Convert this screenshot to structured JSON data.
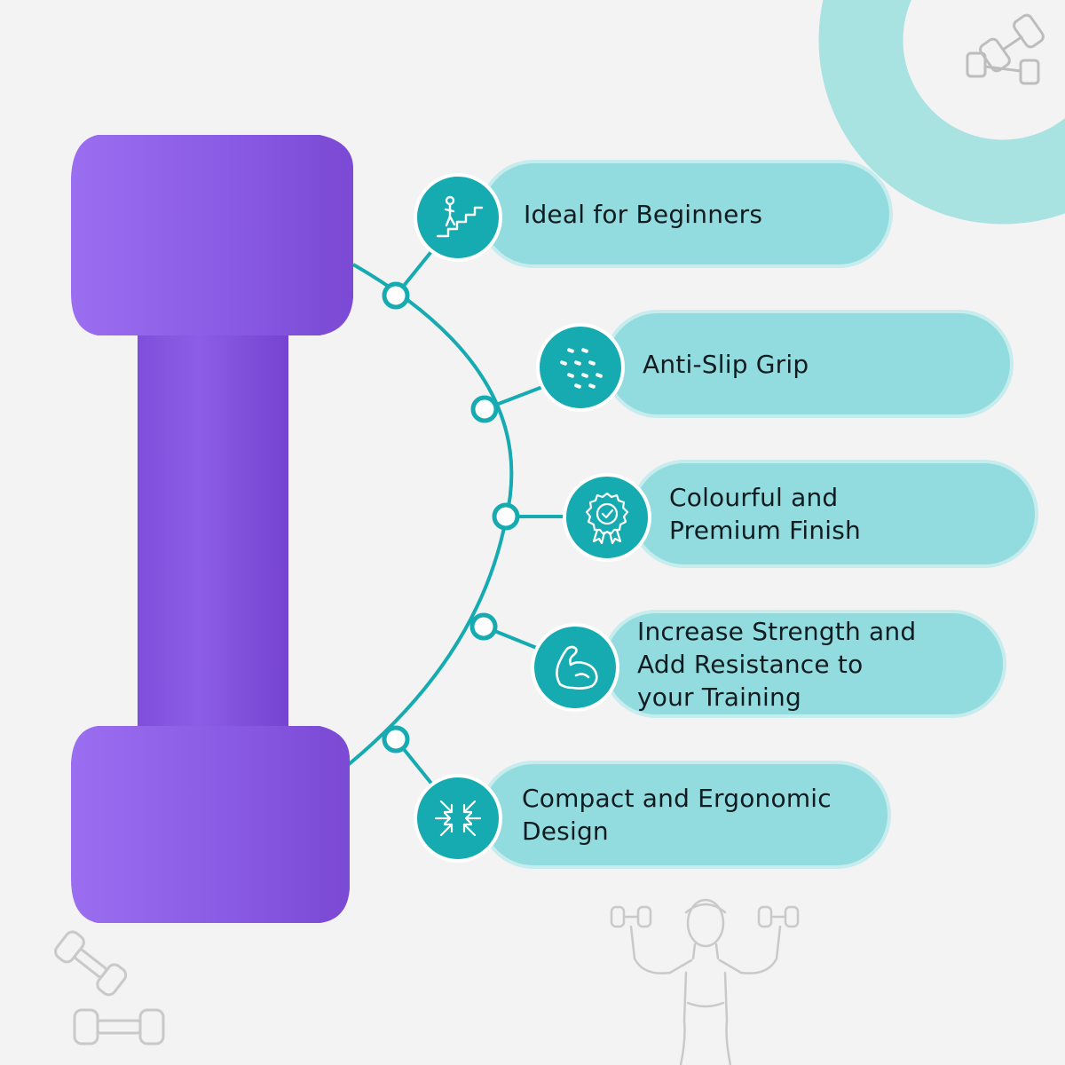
{
  "colors": {
    "background": "#f3f3f4",
    "pill_fill": "#92dcdf",
    "badge_fill": "#16aab1",
    "connector": "#16aab1",
    "accent_ring": "#a8e2e1",
    "dumbbell": "#8b5be4",
    "outline_art": "#c9c9c9"
  },
  "product": {
    "image": "purple-neoprene-dumbbell"
  },
  "features": [
    {
      "icon": "stairs-climbing-icon",
      "lines": [
        "Ideal for Beginners"
      ]
    },
    {
      "icon": "grip-texture-icon",
      "lines": [
        "Anti-Slip Grip"
      ]
    },
    {
      "icon": "quality-badge-icon",
      "lines": [
        "Colourful and",
        "Premium Finish"
      ]
    },
    {
      "icon": "flexed-bicep-icon",
      "lines": [
        "Increase Strength and",
        "Add Resistance to",
        "your Training"
      ]
    },
    {
      "icon": "compact-arrows-icon",
      "lines": [
        "Compact and Ergonomic",
        "Design"
      ]
    }
  ],
  "decorations": [
    "dumbbell-outline-icon",
    "dumbbells-outline-icon",
    "woman-lifting-outline-icon"
  ]
}
